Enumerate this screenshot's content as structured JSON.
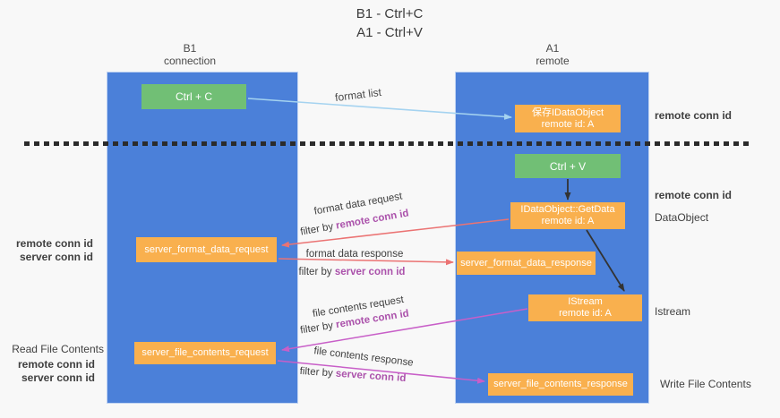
{
  "title": {
    "line1": "B1 - Ctrl+C",
    "line2": "A1 - Ctrl+V"
  },
  "lifelines": {
    "b1": {
      "name": "B1",
      "role": "connection"
    },
    "a1": {
      "name": "A1",
      "role": "remote"
    }
  },
  "nodes": {
    "ctrl_c": {
      "label": "Ctrl + C"
    },
    "ctrl_v": {
      "label": "Ctrl + V"
    },
    "save_idataobject": {
      "line1": "保存IDataObject",
      "line2": "remote id: A"
    },
    "getdata": {
      "line1": "IDataObject::GetData",
      "line2": "remote id: A"
    },
    "istream": {
      "line1": "IStream",
      "line2": "remote id: A"
    },
    "format_data_request_box": {
      "label": "server_format_data_request"
    },
    "format_data_response_box": {
      "label": "server_format_data_response"
    },
    "file_contents_request_box": {
      "label": "server_file_contents_request"
    },
    "file_contents_response_box": {
      "label": "server_file_contents_response"
    }
  },
  "messages": {
    "format_list": {
      "label": "format list"
    },
    "format_data_request": {
      "label": "format data request",
      "filter_prefix": "filter by ",
      "filter_key": "remote conn id"
    },
    "format_data_response": {
      "label": "format data response",
      "filter_prefix": "filter by ",
      "filter_key": "server conn id"
    },
    "file_contents_request": {
      "label": "file contents request",
      "filter_prefix": "filter by ",
      "filter_key": "remote conn id"
    },
    "file_contents_response": {
      "label": "file contents response",
      "filter_prefix": "filter by ",
      "filter_key": "server conn id"
    }
  },
  "annotations": {
    "left": {
      "remote1": "remote conn id",
      "server1": "server conn id",
      "read_file": "Read File Contents",
      "remote2": "remote conn id",
      "server2": "server conn id"
    },
    "right": {
      "remote1": "remote conn id",
      "remote2": "remote conn id",
      "dataobject": "DataObject",
      "istream": "Istream",
      "write_file": "Write File Contents"
    }
  },
  "colors": {
    "background": "#f8f8f8",
    "column_blue": "#4b80d9",
    "box_green": "#71bf75",
    "box_orange": "#f9b04e",
    "arrow_blue": "#a5d3f0",
    "arrow_red": "#eb7373",
    "arrow_magenta": "#c85fc8",
    "arrow_black": "#333333",
    "text_purple": "#ab52ab",
    "text_green": "#5cb55c"
  }
}
